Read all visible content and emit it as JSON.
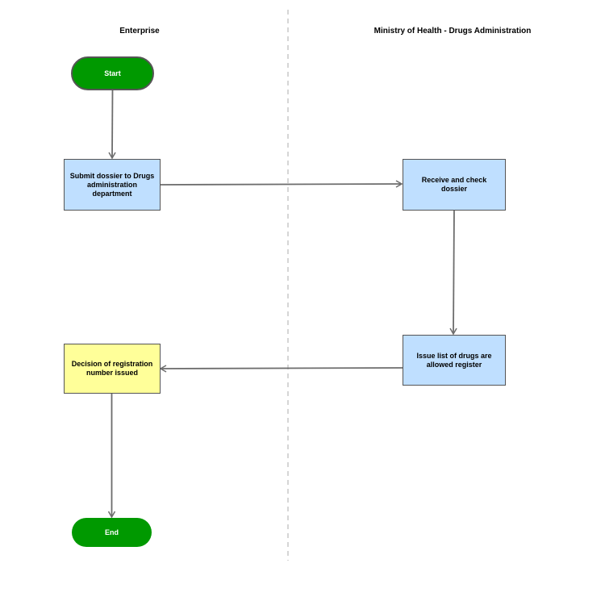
{
  "lanes": {
    "left": "Enterprise",
    "right": "Ministry of Health - Drugs Administration"
  },
  "nodes": {
    "start": "Start",
    "submit": "Submit dossier to Drugs administration department",
    "receive": "Receive and check dossier",
    "issue_list": "Issue list of drugs are allowed register",
    "decision": "Decision of registration number issued",
    "end": "End"
  },
  "colors": {
    "terminal_fill": "#009900",
    "terminal_border": "#555555",
    "process_fill": "#bfdfff",
    "decision_fill": "#ffff99",
    "edge": "#6d6d6d",
    "divider": "#c8c8c8"
  },
  "edges": [
    {
      "from": "start",
      "to": "submit"
    },
    {
      "from": "submit",
      "to": "receive"
    },
    {
      "from": "receive",
      "to": "issue_list"
    },
    {
      "from": "issue_list",
      "to": "decision"
    },
    {
      "from": "decision",
      "to": "end"
    }
  ]
}
